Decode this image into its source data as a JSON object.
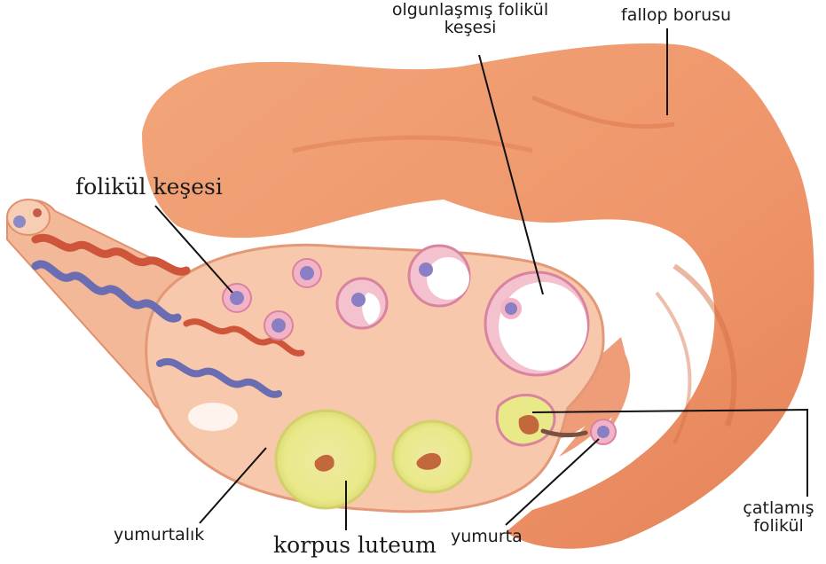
{
  "labels": {
    "mature_follicle_line1": "olgunlaşmış folikül",
    "mature_follicle_line2": "keşesi",
    "fallopian_tube": "fallop borusu",
    "follicle_sac": "folikül keşesi",
    "ovary": "yumurtalık",
    "corpus_luteum": "korpus luteum",
    "egg": "yumurta",
    "ruptured_follicle_line1": "çatlamış",
    "ruptured_follicle_line2": "folikül"
  },
  "colors": {
    "tube_fill": "#ef9a6e",
    "tube_dark": "#d9754a",
    "ovary_fill": "#f6c4a6",
    "ovary_edge": "#e4987a",
    "follicle_ring": "#d9839e",
    "egg_nucleus": "#8a7fc4",
    "corpus_fill": "#e6e88a",
    "vessel_red": "#d0583c",
    "vessel_blue": "#6b6fb0",
    "leader_line": "#111111"
  }
}
